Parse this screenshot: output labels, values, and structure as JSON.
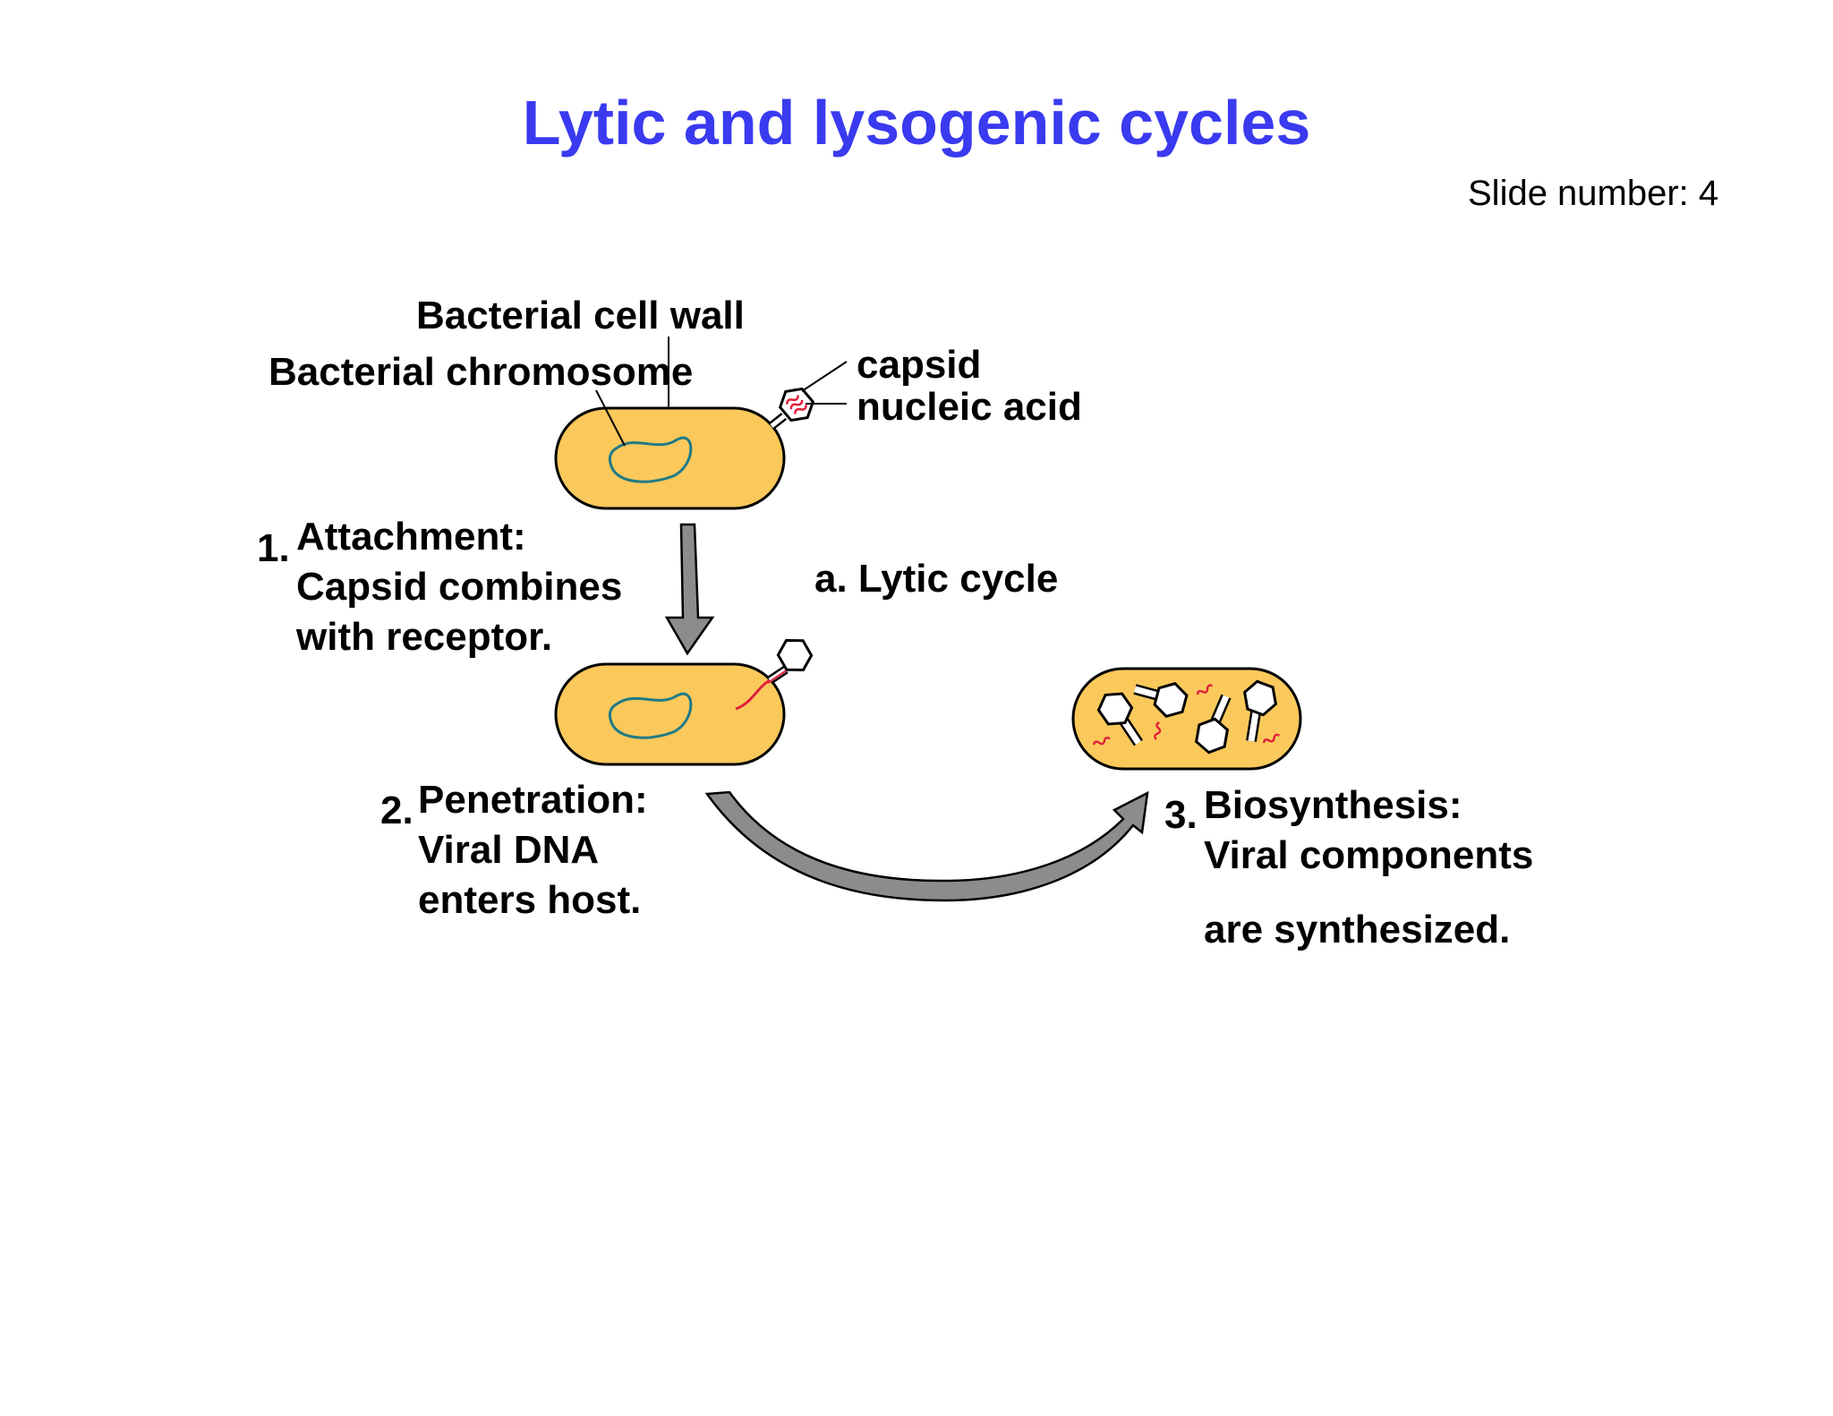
{
  "slide": {
    "title": "Lytic and lysogenic cycles",
    "number_label": "Slide number: 4"
  },
  "labels": {
    "cell_wall": "Bacterial cell wall",
    "chromosome": "Bacterial chromosome",
    "capsid": "capsid",
    "nucleic_acid": "nucleic acid",
    "lytic_cycle": "a. Lytic cycle"
  },
  "steps": [
    {
      "number": "1.",
      "title": "Attachment:",
      "lines": [
        "Capsid combines",
        "with receptor."
      ]
    },
    {
      "number": "2.",
      "title": "Penetration:",
      "lines": [
        "Viral DNA",
        "enters host."
      ]
    },
    {
      "number": "3.",
      "title": "Biosynthesis:",
      "lines": [
        "Viral components",
        "are synthesized."
      ]
    }
  ],
  "colors": {
    "title": "#3a3af0",
    "cell_fill": "#fbc95b",
    "chromosome": "#1f7a86",
    "viral_dna": "#e0203a",
    "arrow_fill": "#8c8c8c"
  }
}
